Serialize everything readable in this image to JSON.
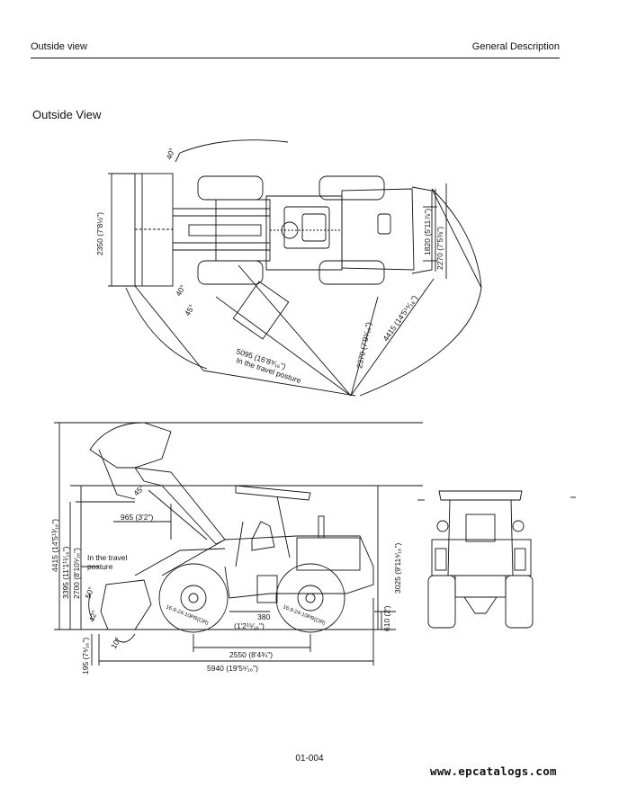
{
  "header": {
    "left": "Outside view",
    "right": "General Description"
  },
  "section_title": "Outside View",
  "top_view": {
    "width_dim": "2350 (7'8½\")",
    "angle_top": "40°",
    "angle_bottom": "40°",
    "angle_small": "45°",
    "dim_1820": "1820 (5'11⅞\")",
    "dim_2270": "2270 (7'5⅜\")",
    "dim_2370": "2370 (7'9⁵⁄₁₆\")",
    "dim_4415": "4415 (14'5¹⁴⁄₁₆\")",
    "dim_5095": "5095 (16'8⁹⁄₁₆\")",
    "travel_note": "In the travel posture"
  },
  "side_view": {
    "dim_4415": "4415 (14'5¹³⁄₁₆\")",
    "dim_3395": "3395 (11'1¹¹⁄₁₆\")",
    "dim_2700": "2700 (8'10⁵⁄₁₆\")",
    "dim_965": "965 (3'2\")",
    "angle_45": "45°",
    "angle_50": "50°",
    "angle_42": "42°",
    "angle_10": "10°",
    "travel_line1": "In the travel",
    "travel_line2": "posture",
    "dim_380": "380",
    "dim_380_imp": "(1'2¹⁵⁄₁₆\")",
    "dim_2550": "2550 (8'4¾\")",
    "dim_5940": "5940 (19'5⁶⁄₁₆\")",
    "dim_3025": "3025 (9'11⁶⁄₁₆\")",
    "dim_610": "610 (2')",
    "dim_195": "195 (7⁶⁄₁₆\")",
    "tire_text": "16.9-24-10PR(OR)"
  },
  "page_number": "01-004",
  "watermark": "www.epcatalogs.com"
}
